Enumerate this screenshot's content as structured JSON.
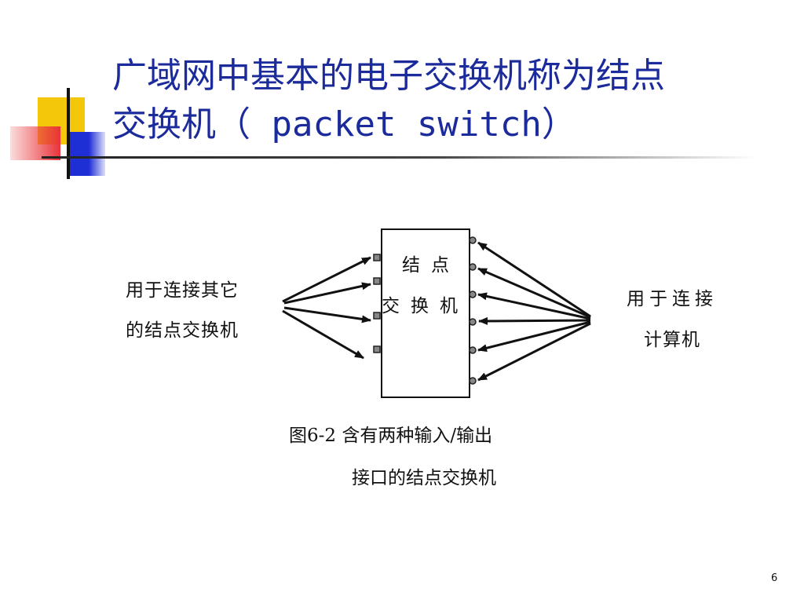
{
  "slide": {
    "title_line1": "广域网中基本的电子交换机称为结点",
    "title_line2_cn": "交换机（",
    "title_line2_en": " packet switch",
    "title_line2_end": "）",
    "page_number": "6"
  },
  "diagram": {
    "box_label": "结点交换机",
    "left_label_line1": "用于连接其它",
    "left_label_line2": "的结点交换机",
    "right_label_line1": "用于连接",
    "right_label_line2": "计算机",
    "caption_line1": "图6-2 含有两种输入/输出",
    "caption_line2": "接口的结点交换机"
  },
  "colors": {
    "title": "#1c2b9c",
    "deco_yellow": "#f5c70a",
    "deco_red": "#e8333a",
    "deco_blue": "#1f2fd6"
  }
}
